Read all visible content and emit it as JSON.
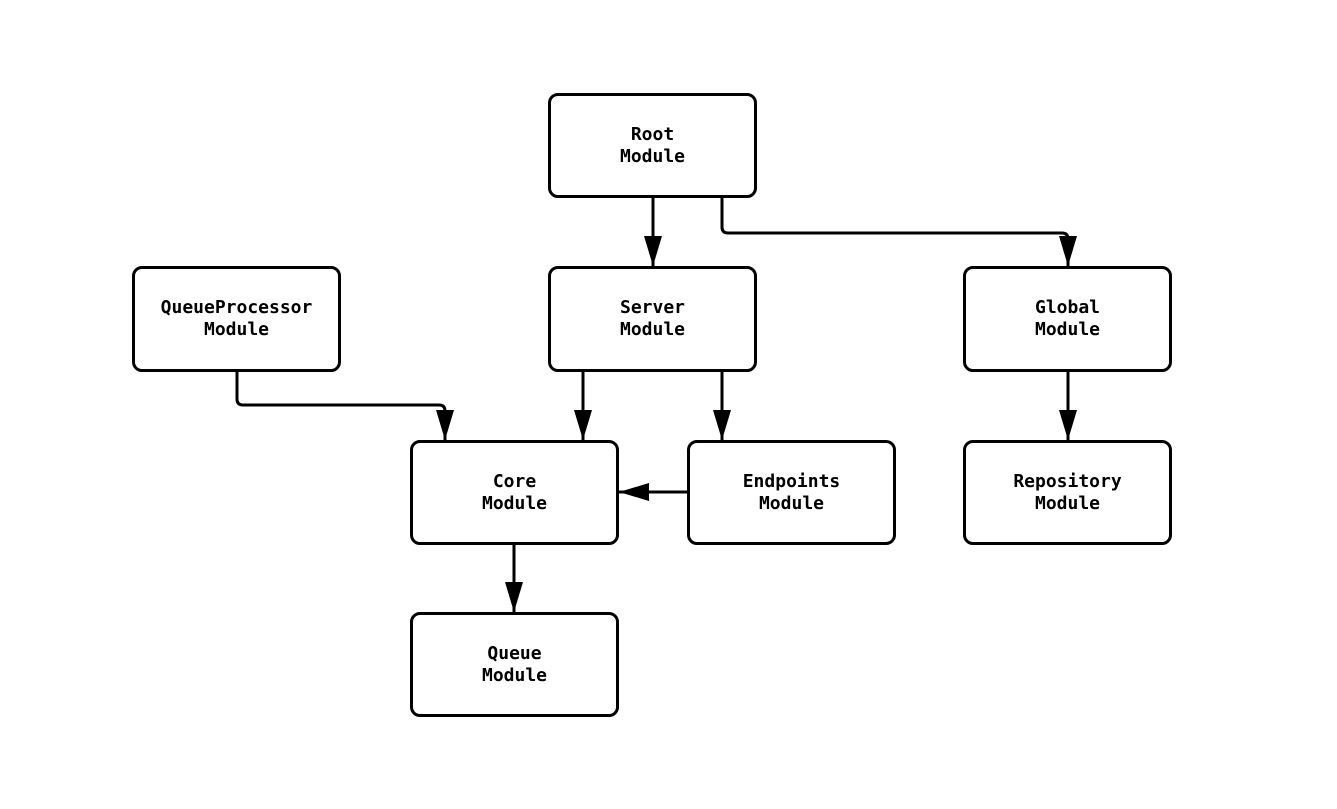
{
  "diagram": {
    "type": "flowchart",
    "background_color": "#ffffff",
    "node_fill_color": "#ffffff",
    "node_border_color": "#000000",
    "edge_color": "#000000",
    "nodes": {
      "root": {
        "label": "Root\nModule"
      },
      "queueprocessor": {
        "label": "QueueProcessor\nModule"
      },
      "server": {
        "label": "Server\nModule"
      },
      "global": {
        "label": "Global\nModule"
      },
      "core": {
        "label": "Core\nModule"
      },
      "endpoints": {
        "label": "Endpoints\nModule"
      },
      "repository": {
        "label": "Repository\nModule"
      },
      "queue": {
        "label": "Queue\nModule"
      }
    },
    "edges": [
      {
        "from": "Root Module",
        "to": "Server Module"
      },
      {
        "from": "Root Module",
        "to": "Global Module"
      },
      {
        "from": "QueueProcessor Module",
        "to": "Core Module"
      },
      {
        "from": "Server Module",
        "to": "Core Module"
      },
      {
        "from": "Server Module",
        "to": "Endpoints Module"
      },
      {
        "from": "Endpoints Module",
        "to": "Core Module"
      },
      {
        "from": "Global Module",
        "to": "Repository Module"
      },
      {
        "from": "Core Module",
        "to": "Queue Module"
      }
    ]
  }
}
